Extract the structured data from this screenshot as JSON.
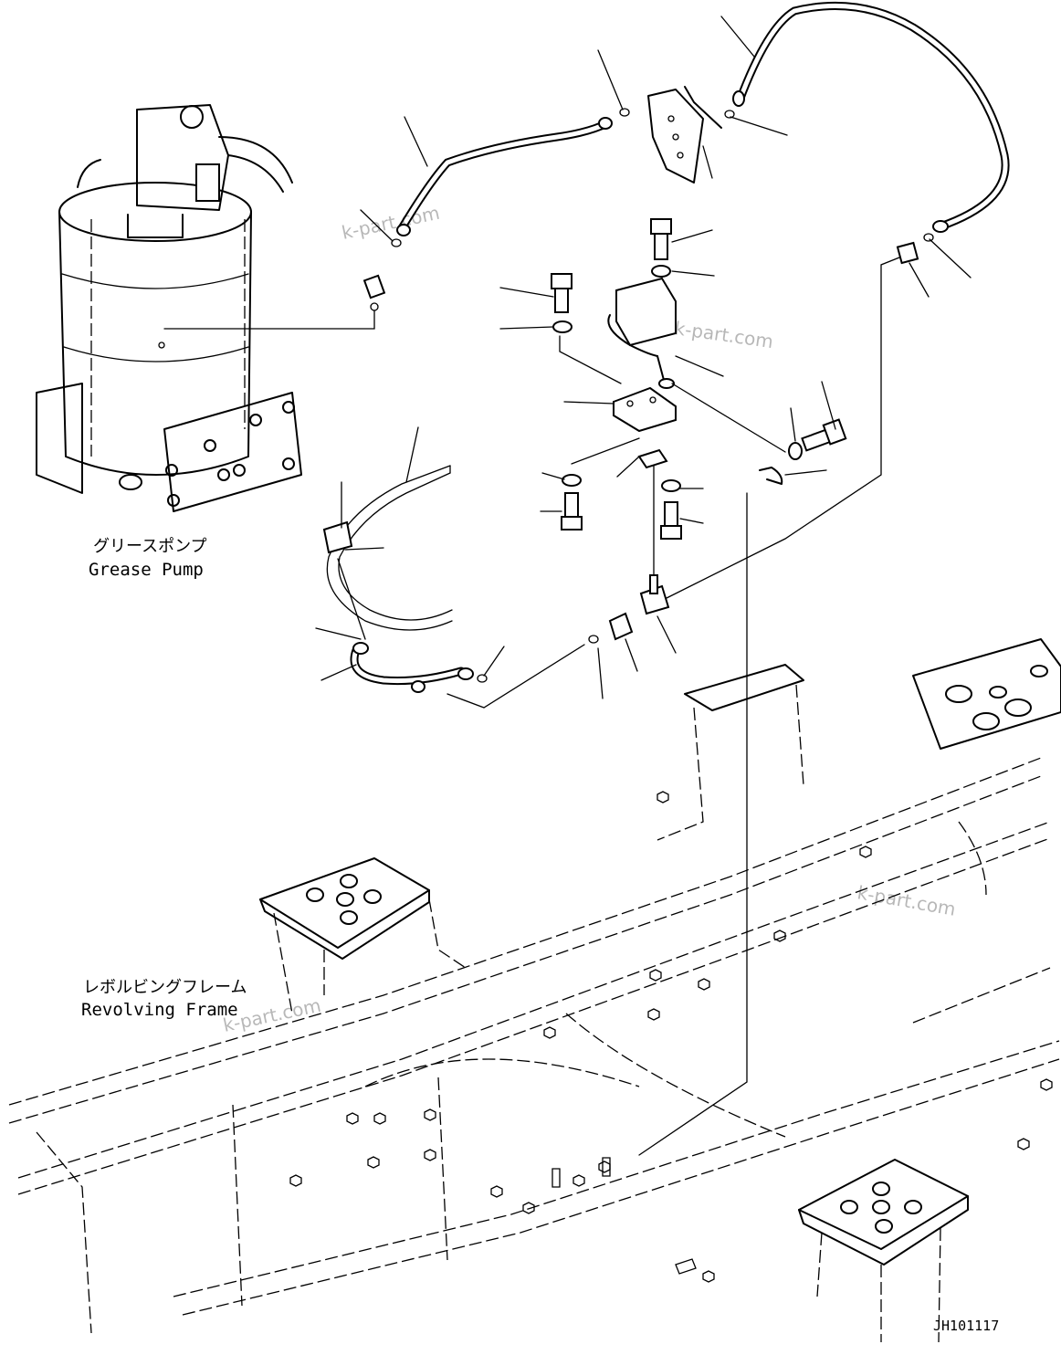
{
  "labels": {
    "grease_pump_jp": "グリースポンプ",
    "grease_pump_en": "Grease Pump",
    "revolving_frame_jp": "レボルビングフレーム",
    "revolving_frame_en": "Revolving Frame"
  },
  "watermarks": [
    "k-part.com",
    "k-part.com",
    "k-part.com",
    "k-part.com"
  ],
  "drawing_code": "JH101117"
}
